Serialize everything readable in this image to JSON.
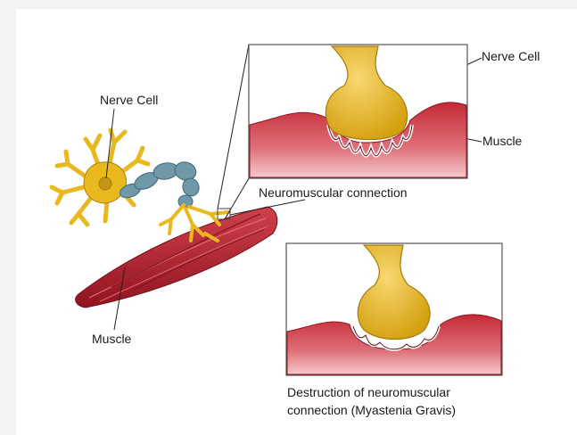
{
  "labels": {
    "nerve_cell_left": "Nerve Cell",
    "nerve_cell_zoom": "Nerve Cell",
    "muscle_zoom": "Muscle",
    "neuromuscular": "Neuromuscular connection",
    "muscle_left": "Muscle",
    "destruction_line1": "Destruction of neuromuscular",
    "destruction_line2": "connection (Myastenia Gravis)"
  },
  "colors": {
    "muscle": "#b81f2b",
    "muscle_light": "#e77a82",
    "nerve": "#e9b81d",
    "axon": "#6f98a8"
  }
}
